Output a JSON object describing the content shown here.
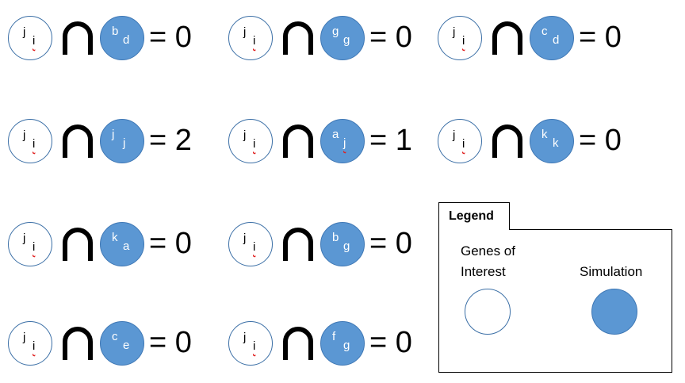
{
  "equations": [
    {
      "open_top": "j",
      "open_sub": "i",
      "sim_top": "b",
      "sim_sub": "d",
      "result": "= 0"
    },
    {
      "open_top": "j",
      "open_sub": "i",
      "sim_top": "g",
      "sim_sub": "g",
      "result": "= 0"
    },
    {
      "open_top": "j",
      "open_sub": "i",
      "sim_top": "c",
      "sim_sub": "d",
      "result": "= 0"
    },
    {
      "open_top": "j",
      "open_sub": "i",
      "sim_top": "j",
      "sim_sub": "j",
      "result": "= 2"
    },
    {
      "open_top": "j",
      "open_sub": "i",
      "sim_top": "a",
      "sim_sub": "j",
      "result": "= 1"
    },
    {
      "open_top": "j",
      "open_sub": "i",
      "sim_top": "k",
      "sim_sub": "k",
      "result": "= 0"
    },
    {
      "open_top": "j",
      "open_sub": "i",
      "sim_top": "k",
      "sim_sub": "a",
      "result": "= 0"
    },
    {
      "open_top": "j",
      "open_sub": "i",
      "sim_top": "b",
      "sim_sub": "g",
      "result": "= 0"
    },
    {
      "open_top": "j",
      "open_sub": "i",
      "sim_top": "c",
      "sim_sub": "e",
      "result": "= 0"
    },
    {
      "open_top": "j",
      "open_sub": "i",
      "sim_top": "f",
      "sim_sub": "g",
      "result": "= 0"
    }
  ],
  "operator_icon": "intersection-icon",
  "legend": {
    "title": "Legend",
    "genes_label_line1": "Genes of",
    "genes_label_line2": "Interest",
    "simulation_label": "Simulation"
  },
  "colors": {
    "simulation_fill": "#5b97d3",
    "circle_outline": "#3b6fa6",
    "underline": "#e02020"
  }
}
